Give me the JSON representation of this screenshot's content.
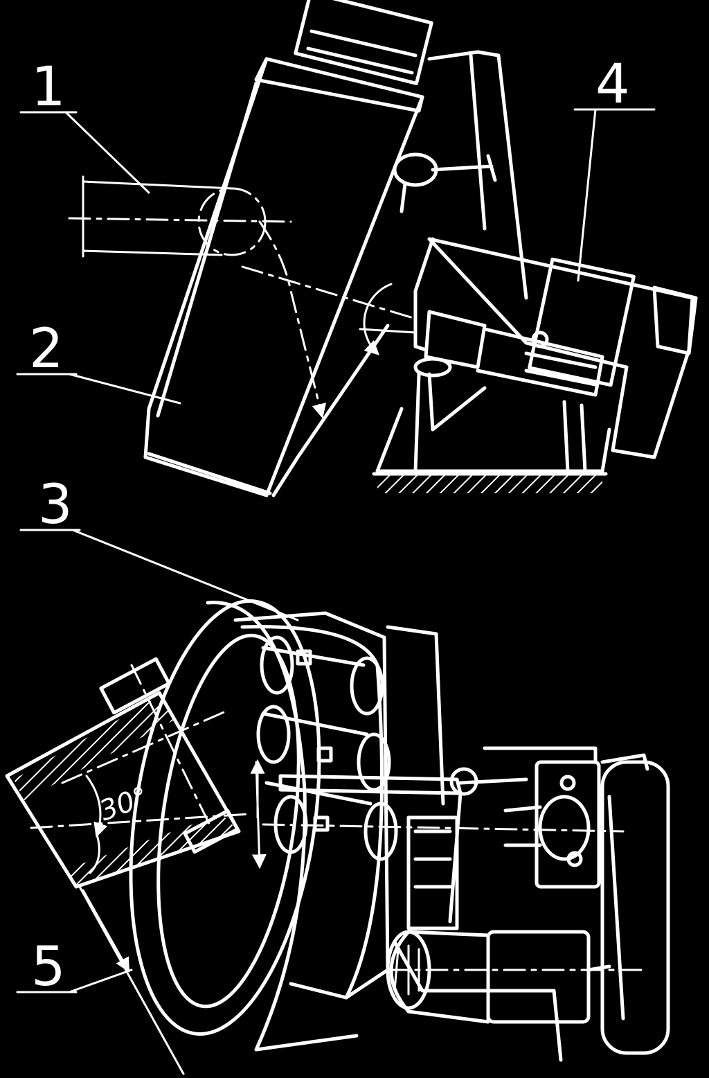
{
  "callouts": [
    {
      "id": "1",
      "label": "1"
    },
    {
      "id": "2",
      "label": "2"
    },
    {
      "id": "3",
      "label": "3"
    },
    {
      "id": "4",
      "label": "4"
    },
    {
      "id": "5",
      "label": "5"
    }
  ],
  "angle_annotation": "30°",
  "colors": {
    "background": "#000000",
    "line": "#ffffff"
  }
}
